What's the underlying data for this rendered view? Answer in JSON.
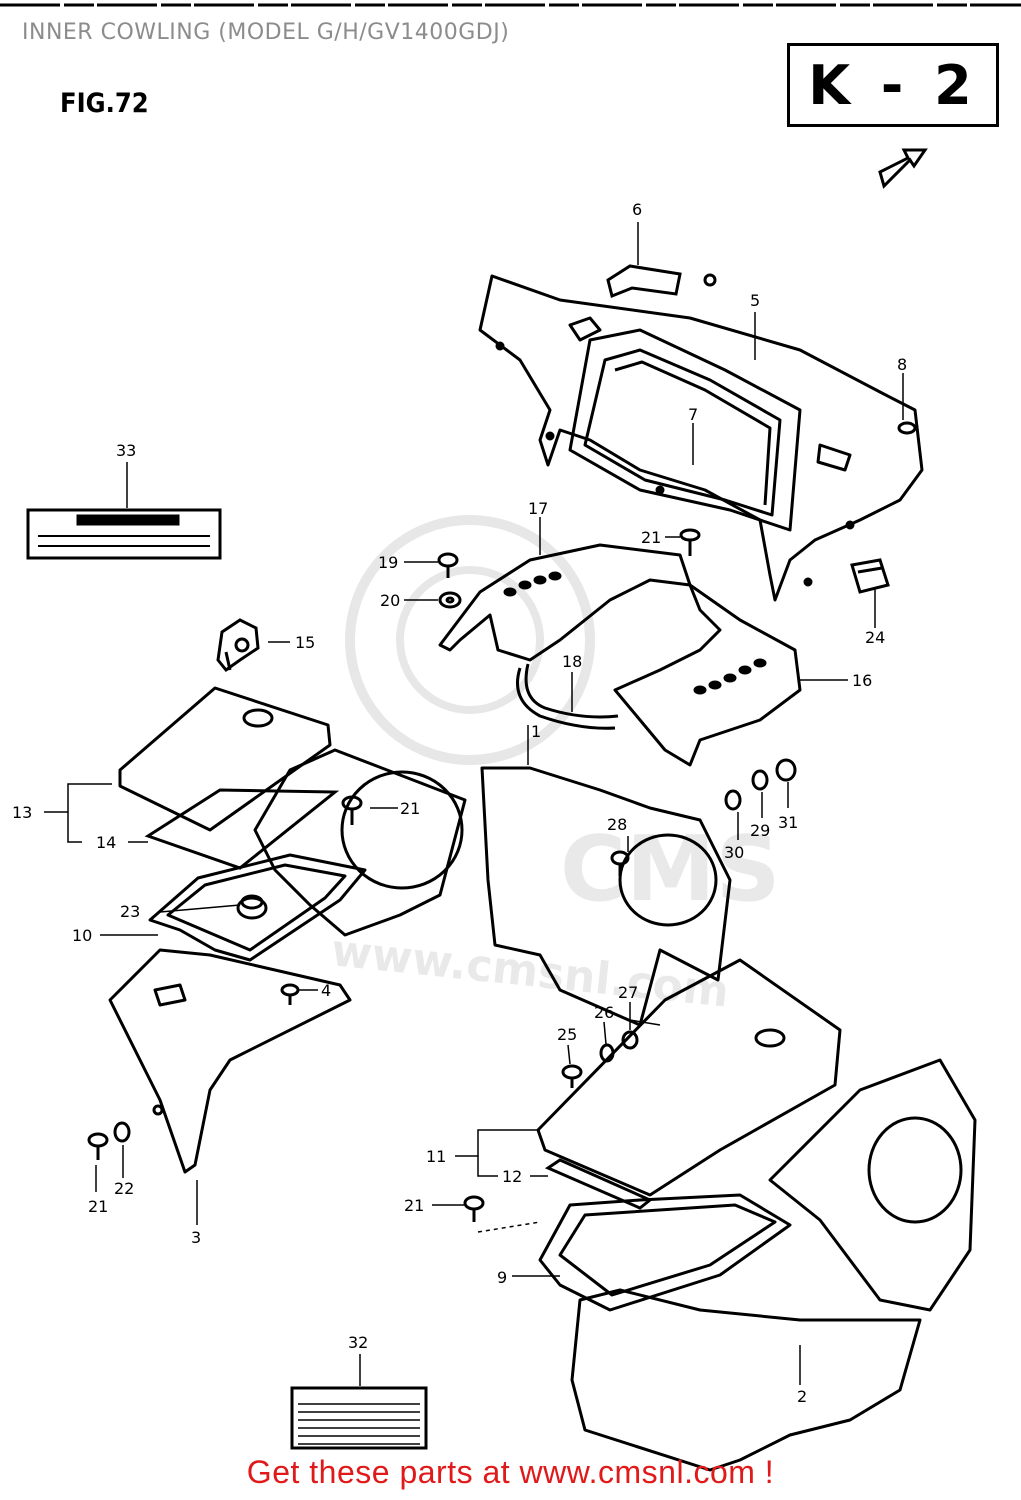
{
  "header": {
    "title": "INNER COWLING (MODEL G/H/GV1400GDJ)",
    "figure": "FIG.72",
    "section_code": "K - 2"
  },
  "watermark": {
    "brand": "CMS",
    "url": "www.cmsnl.com"
  },
  "callouts": [
    {
      "id": "1"
    },
    {
      "id": "2"
    },
    {
      "id": "3"
    },
    {
      "id": "4"
    },
    {
      "id": "5"
    },
    {
      "id": "6"
    },
    {
      "id": "7"
    },
    {
      "id": "8"
    },
    {
      "id": "9"
    },
    {
      "id": "10"
    },
    {
      "id": "11"
    },
    {
      "id": "12"
    },
    {
      "id": "13"
    },
    {
      "id": "14"
    },
    {
      "id": "15"
    },
    {
      "id": "16"
    },
    {
      "id": "17"
    },
    {
      "id": "18"
    },
    {
      "id": "19"
    },
    {
      "id": "20"
    },
    {
      "id": "21"
    },
    {
      "id": "22"
    },
    {
      "id": "23"
    },
    {
      "id": "24"
    },
    {
      "id": "25"
    },
    {
      "id": "26"
    },
    {
      "id": "27"
    },
    {
      "id": "28"
    },
    {
      "id": "29"
    },
    {
      "id": "30"
    },
    {
      "id": "31"
    },
    {
      "id": "32"
    },
    {
      "id": "33"
    }
  ],
  "footer": {
    "text": "Get these parts at www.cmsnl.com !"
  }
}
